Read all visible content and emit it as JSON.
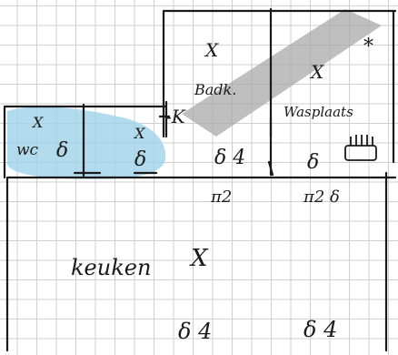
{
  "colors": {
    "ink": "#1a1a1a",
    "blue_highlight": "#9fd2ea",
    "grey_highlight": "#a9a9a9",
    "grid": "#cfcfcf"
  },
  "rooms": {
    "wc": {
      "mark": "X",
      "label": "wc",
      "symbol": "δ"
    },
    "second_small": {
      "mark": "X",
      "symbol": "δ"
    },
    "bath": {
      "mark": "X",
      "label": "Badk.",
      "symbol": "δ 4"
    },
    "washroom": {
      "mark": "X",
      "label": "Wasplaats",
      "corner_mark": "*",
      "symbol": "δ",
      "appliance": "radiator-icon"
    },
    "kitchen": {
      "label": "keuken",
      "mark": "X",
      "symbol_left": "δ 4",
      "symbol_right": "δ 4"
    }
  },
  "annotations": {
    "wall_mark": "-K",
    "below_bath": "π2",
    "below_wash": "π2 δ"
  }
}
